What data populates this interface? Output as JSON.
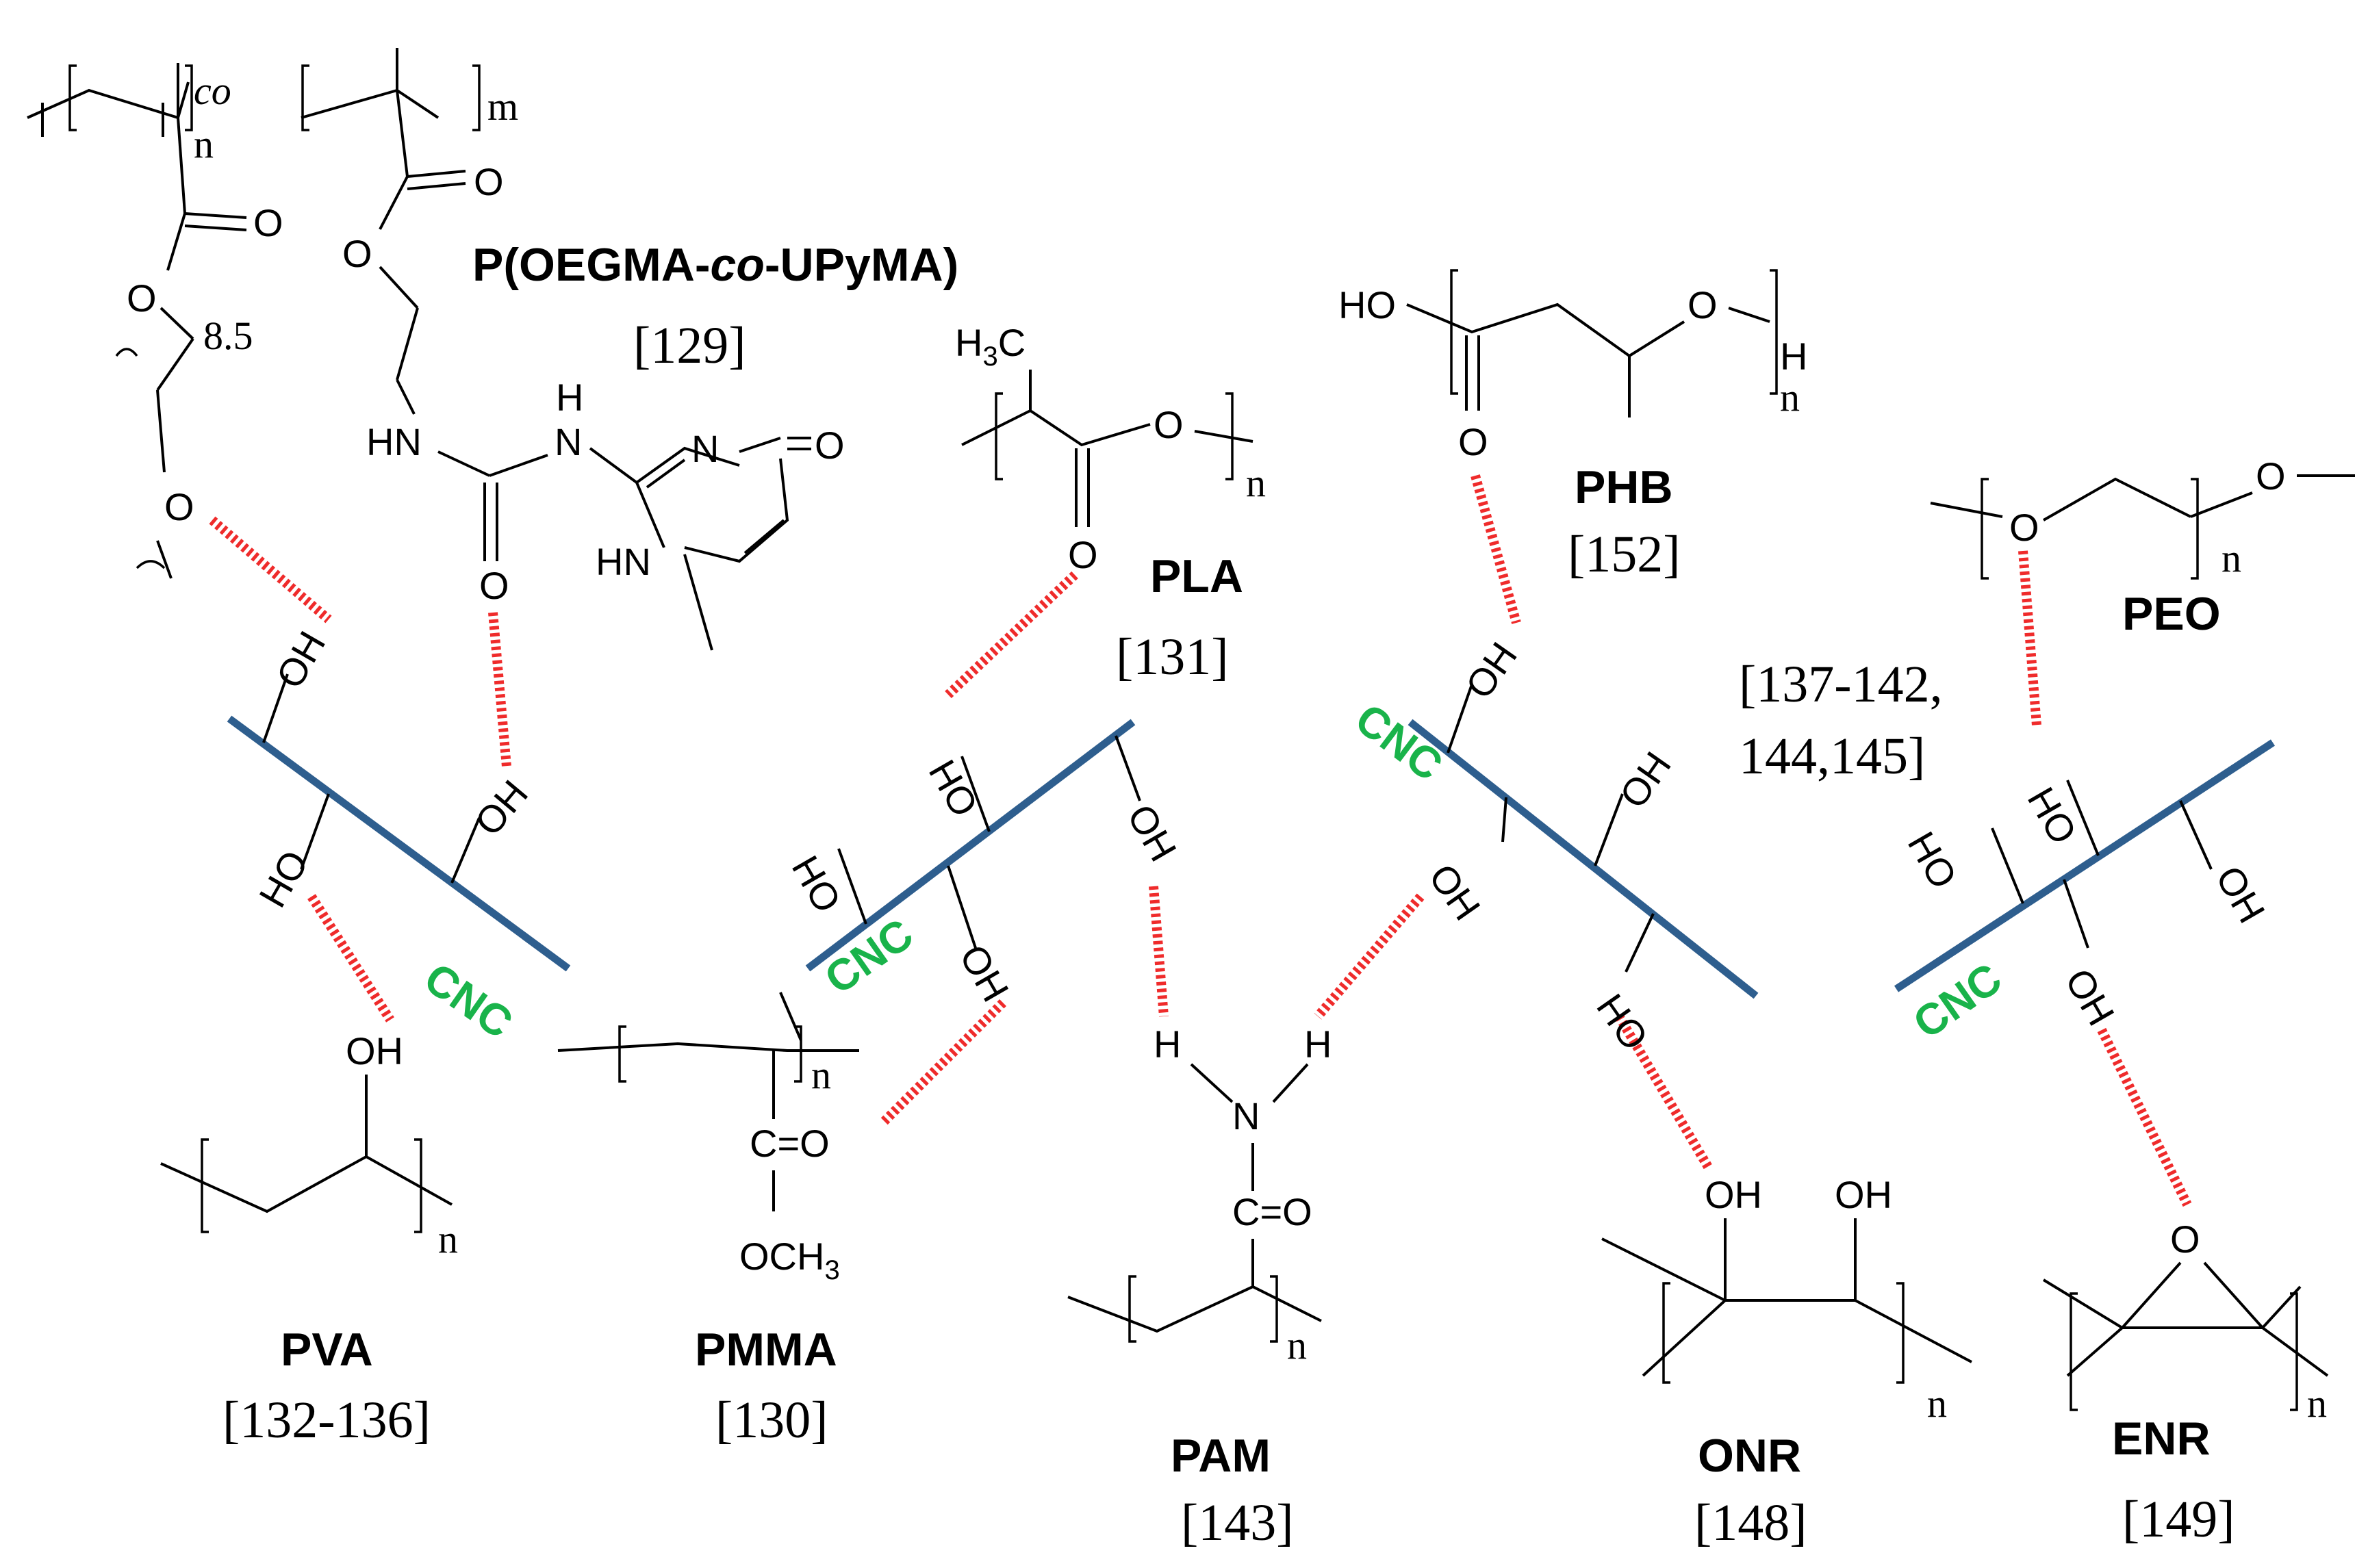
{
  "polymers": [
    {
      "key": "poegma",
      "name_pre": "P(OEGMA-",
      "name_it": "co",
      "name_post": "-UPyMA)",
      "ref": "[129]"
    },
    {
      "key": "pla",
      "name": "PLA",
      "ref": "[131]"
    },
    {
      "key": "phb",
      "name": "PHB",
      "ref": "[152]"
    },
    {
      "key": "peo",
      "name": "PEO",
      "ref_line1": "[137-142,",
      "ref_line2": "144,145]"
    },
    {
      "key": "pva",
      "name": "PVA",
      "ref": "[132-136]"
    },
    {
      "key": "pmma",
      "name": "PMMA",
      "ref": "[130]"
    },
    {
      "key": "pam",
      "name": "PAM",
      "ref": "[143]"
    },
    {
      "key": "onr",
      "name": "ONR",
      "ref": "[148]"
    },
    {
      "key": "enr",
      "name": "ENR",
      "ref": "[149]"
    }
  ],
  "cnc_label": "CNC",
  "atoms": {
    "O": "O",
    "OH": "OH",
    "HO": "HO",
    "H": "H",
    "N": "N",
    "HN": "HN",
    "CO": "C=O",
    "OCH3": "OCH",
    "H3C_H": "H",
    "H3C_C": "C",
    "sub3": "3"
  },
  "subscripts": {
    "n": "n",
    "m": "m",
    "co": "co",
    "num": "8.5"
  },
  "colors": {
    "cnc_rod": "#2e5e8e",
    "hbond": "#ef2b2b",
    "cnc_label": "#19b34a"
  }
}
